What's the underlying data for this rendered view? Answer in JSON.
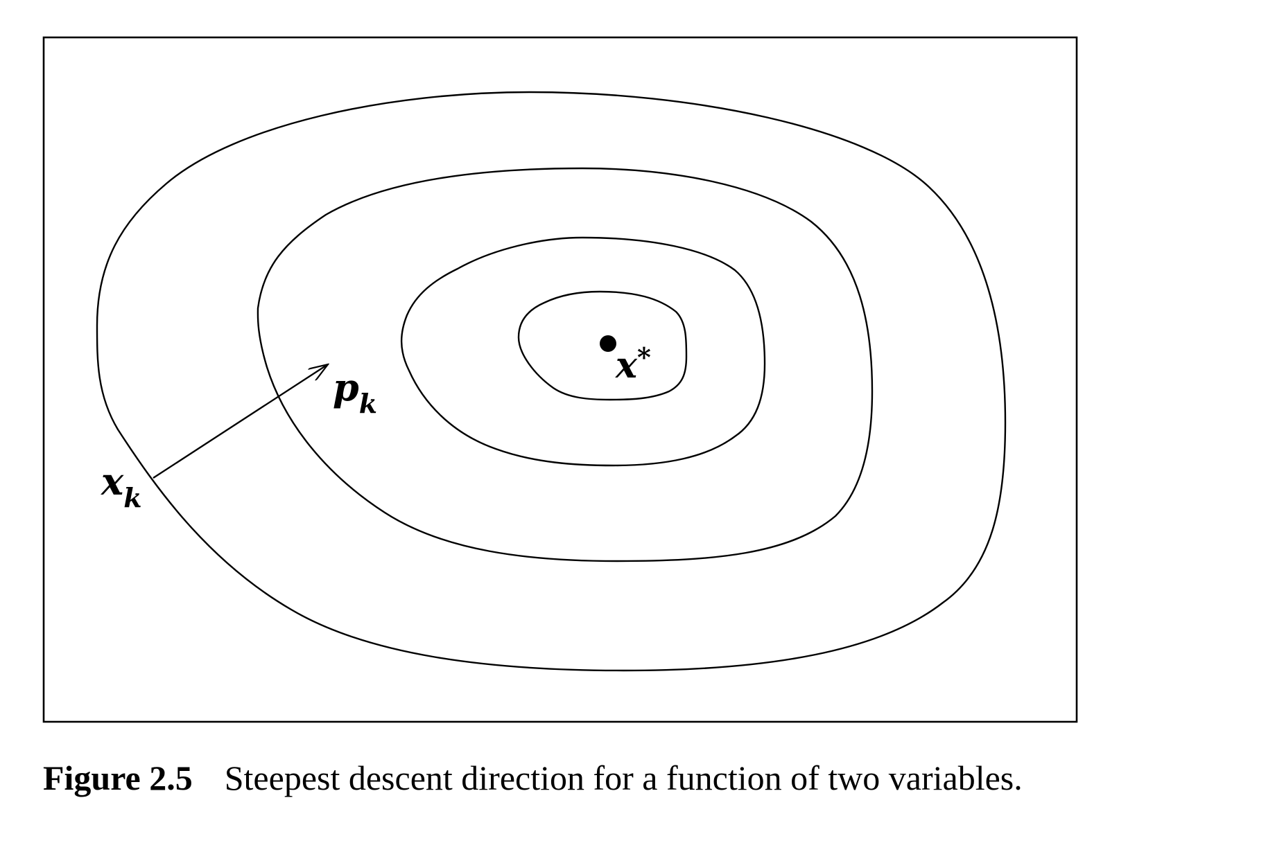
{
  "diagram": {
    "point_current": {
      "base": "x",
      "subscript": "k"
    },
    "direction": {
      "base": "p",
      "subscript": "k"
    },
    "minimizer": {
      "base": "x",
      "superscript": "*"
    },
    "contour_count": 4
  },
  "caption": {
    "number": "Figure 2.5",
    "text": "Steepest descent direction for a function of two variables."
  }
}
